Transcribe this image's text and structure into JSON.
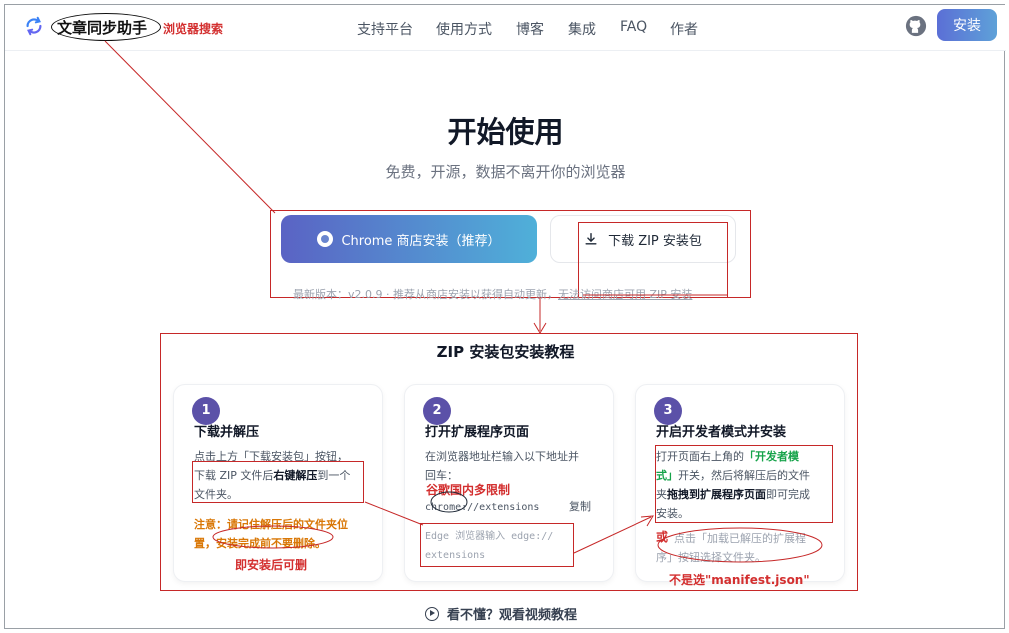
{
  "header": {
    "brand": "文章同步助手",
    "brand_note": "浏览器搜索",
    "nav": [
      "支持平台",
      "使用方式",
      "博客",
      "集成",
      "FAQ",
      "作者"
    ],
    "install_label": "安装"
  },
  "hero": {
    "title": "开始使用",
    "subtitle": "免费，开源，数据不离开你的浏览器",
    "chrome_button": "Chrome 商店安装（推荐）",
    "zip_button": "下载 ZIP 安装包",
    "version_prefix": "最新版本：v2.0.9 · 推荐从商店安装以获得自动更新，",
    "version_link": "无法访问商店可用 ZIP 安装"
  },
  "tutorial": {
    "title": "ZIP 安装包安装教程",
    "steps": [
      {
        "num": "1",
        "title": "下载并解压",
        "line1": "点击上方「下载安装包」按钮，",
        "line2a": "下载 ZIP 文件后",
        "line2b": "右键解压",
        "line2c": "到一个",
        "line3": "文件夹。",
        "warn1": "注意：请记住解压后的文件夹位",
        "warn2a": "置，",
        "warn2b": "安装完成前不要删除。"
      },
      {
        "num": "2",
        "title": "打开扩展程序页面",
        "line1": "在浏览器地址栏输入以下地址并",
        "line2": "回车：",
        "url": "chrome://extensions",
        "copy": "复制",
        "edge1": "Edge 浏览器输入 edge://",
        "edge2": "extensions"
      },
      {
        "num": "3",
        "title": "开启开发者模式并安装",
        "line1a": "打开页面右上角的",
        "line1b": "「开发者模",
        "line2a": "式」",
        "line2b": "开关，然后将解压后的文件",
        "line3a": "夹",
        "line3b": "拖拽到扩展程序页面",
        "line3c": "即可完成",
        "line4": "安装。",
        "alt1": "点击「加载已解压的扩展程",
        "alt2": "序」按钮选择文件夹。"
      }
    ]
  },
  "annotations": {
    "china_limit": "谷歌国内多限制",
    "delete_after": "即安装后可删",
    "or": "或",
    "not_manifest": "不是选\"manifest.json\""
  },
  "video_link": "看不懂？观看视频教程",
  "colors": {
    "accent": "#5b51a8",
    "annotation_red": "#d32f2f",
    "warning": "#d97706",
    "success": "#16a34a"
  }
}
